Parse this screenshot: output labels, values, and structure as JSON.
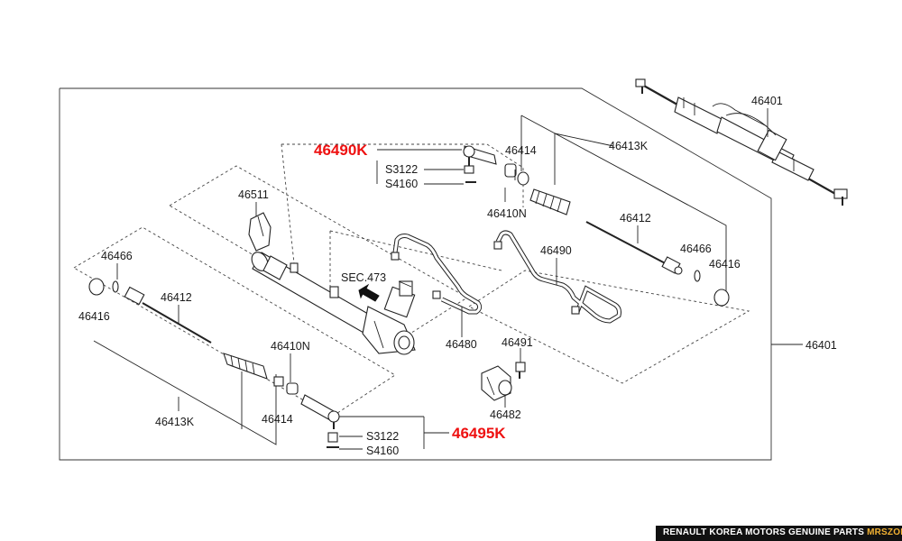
{
  "diagram": {
    "part_labels": {
      "p46401_top": "46401",
      "p46401_main": "46401",
      "p46414_top": "46414",
      "p46413K_top": "46413K",
      "p46410N_top": "46410N",
      "p46412_top": "46412",
      "p46466_top": "46466",
      "p46416_top": "46416",
      "p46490": "46490",
      "p46511": "46511",
      "sec473": "SEC.473",
      "p46480": "46480",
      "p46491": "46491",
      "p46482": "46482",
      "p46466_left": "46466",
      "p46416_left": "46416",
      "p46412_left": "46412",
      "p46410N_bottom": "46410N",
      "p46413K_bottom": "46413K",
      "p46414_bottom": "46414",
      "s3122_top": "S3122",
      "s4160_top": "S4160",
      "s3122_bottom": "S3122",
      "s4160_bottom": "S4160"
    },
    "highlight_labels": {
      "top": "46490K",
      "bottom": "46495K"
    },
    "colors": {
      "highlight": "#ee1111",
      "footer_bg": "#111111",
      "footer_brand": "#f2b233"
    }
  },
  "footer": {
    "text": "RENAULT KOREA MOTORS GENUINE PARTS",
    "brand": "MRSZONE"
  }
}
